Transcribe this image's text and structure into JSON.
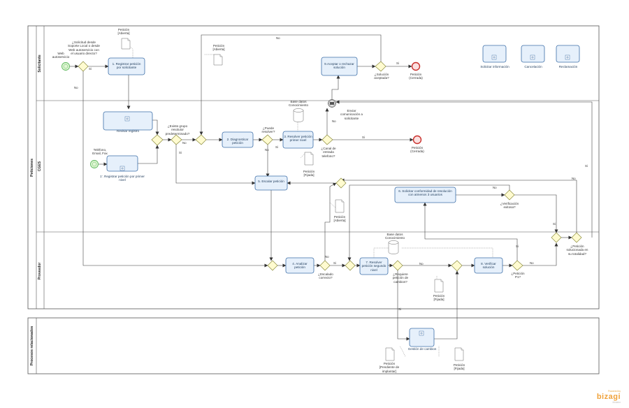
{
  "pools": {
    "main": "Peticiones",
    "related": "Procesos relacionados"
  },
  "lanes": {
    "solicitante": "Solicitante",
    "cges": "CGES",
    "proveedor": "Proveedor"
  },
  "tasks": {
    "t1": "1. Registrar petición por solicitante",
    "t1b": "1'. Registrar petición por primer nivel",
    "revisar": "Revisar registro",
    "t2": "2. Diagnosticar petición",
    "t3": "3. Resolver petición primer nivel",
    "t4": "4. Analizar petición",
    "t5": "5. Escalar petición",
    "t6": "6. Solicitar conformidad de resolución con atmenos 3 usuarios",
    "t7": "7. Resolver petición segundo nivel",
    "t8": "8. Verificar solución",
    "t9": "9.Aceptar o rechazar solución",
    "gestion": "Gestión de cambios",
    "sub_info": "Solicitar información",
    "sub_cancel": "Cancelación",
    "sub_reclamacion": "Reclamación"
  },
  "gateways": {
    "g_solicitud": "¿Solicitud desde Soporte Local o desde Web autoservicio con el usuario directo?",
    "g_grupo": "¿Existe grupo resolutor predeterminado?",
    "g_resolver": "¿Puede resolver?",
    "g_canal": "¿Canal de entrada telefono?",
    "g_solucion": "¿Solución aceptada?",
    "g_escalado": "¿Escalado correcto?",
    "g_cambios": "¿Requiere petición de cambios?",
    "g_verificacion": "¿Verificación exitosa?",
    "g_p17": "¿Petición P1?",
    "g_totalidad": "¿Petición solucionada en su totalidad?"
  },
  "events": {
    "start_web": "Web autoservicio",
    "start_tel": "Teléfono, Email, Fax",
    "end_cerrada_1": "Petición (Cerrada)",
    "end_cerrada_2": "Petición (Cerrada)",
    "msg_enviar": "Enviar comunicación a solicitante"
  },
  "data_objects": {
    "d_abierta_1": "Petición [Abierta]",
    "d_abierta_2": "Petición [Abierta]",
    "d_fijada_1": "Petición [Fijada]",
    "d_abierta_3": "Petición [Abierta]",
    "d_fijada_2": "Petición [Fijada]",
    "d_pendiente": "Petición [Pendiente de implantar]",
    "d_fijada_3": "Petición [Fijada]",
    "db_1": "Base datos Conocimiento",
    "db_2": "Base datos Conocimiento"
  },
  "flow_labels": {
    "si": "Si",
    "no": "No"
  },
  "branding": {
    "top": "Powered by",
    "name": "bizagi",
    "sub": "Modeler"
  },
  "colors": {
    "task_fill": "#e6f0fb",
    "task_stroke": "#3d6fa8",
    "gateway_fill": "#fffbd0",
    "gateway_stroke": "#8a8a3a",
    "start_fill": "#e0f6d4",
    "start_stroke": "#5cb85c",
    "end_fill": "#fbe0e0",
    "end_stroke": "#c9302c",
    "lane_stroke": "#555555",
    "flow": "#333333"
  }
}
